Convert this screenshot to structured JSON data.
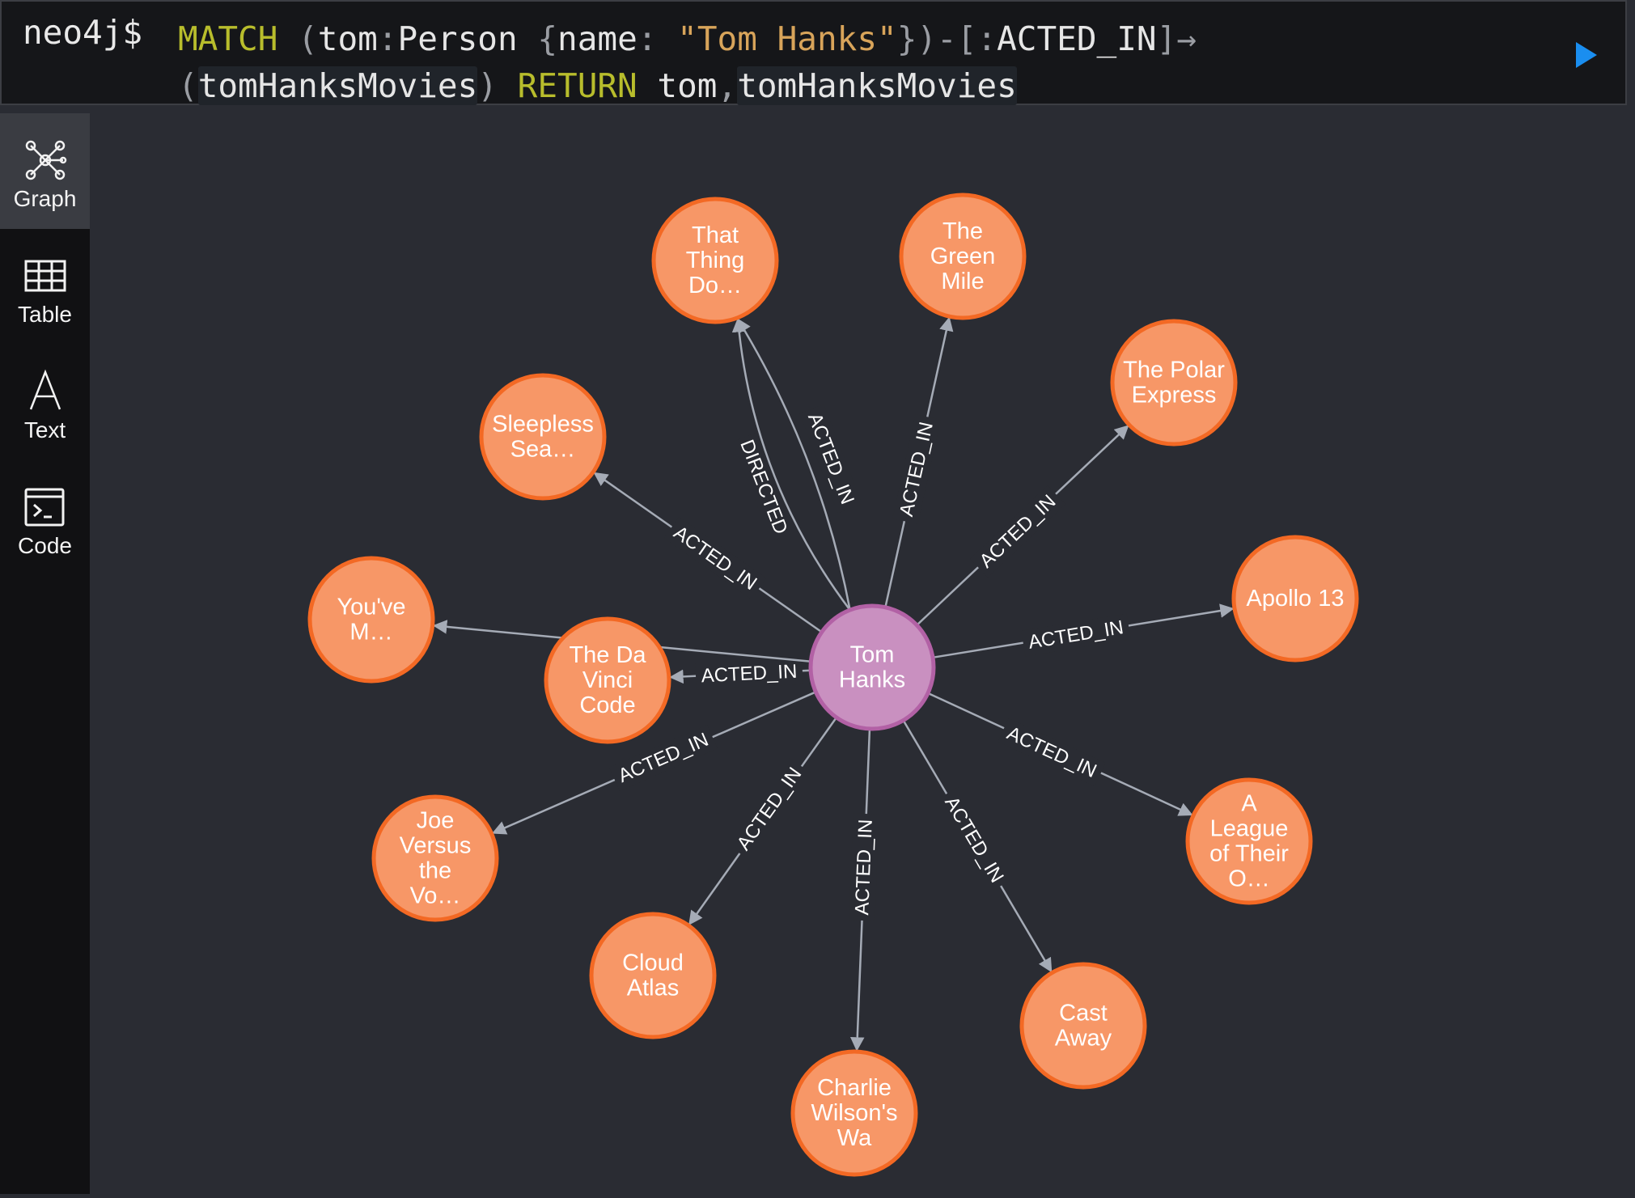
{
  "query": {
    "prompt": "neo4j$",
    "line1": {
      "kw_match": "MATCH",
      "open_paren": " (",
      "tom_var": "tom",
      "colon1": ":",
      "label": "Person",
      "brace_open": " {",
      "prop": "name",
      "colon2": ": ",
      "value": "\"Tom Hanks\"",
      "brace_close": "}",
      "rel_open": ")-[",
      "rel_colon": ":",
      "rel_type": "ACTED_IN",
      "rel_close": "]→"
    },
    "line2": {
      "paren_open": "(",
      "var": "tomHanksMovies",
      "paren_close": ") ",
      "kw_return": "RETURN",
      "ret1": " tom",
      "comma": ",",
      "ret2": "tomHanksMovies"
    },
    "run_icon": "play-icon"
  },
  "sidebar": {
    "items": [
      {
        "label": "Graph",
        "icon": "graph-icon",
        "active": true
      },
      {
        "label": "Table",
        "icon": "table-icon",
        "active": false
      },
      {
        "label": "Text",
        "icon": "text-icon",
        "active": false
      },
      {
        "label": "Code",
        "icon": "code-icon",
        "active": false
      }
    ]
  },
  "graph": {
    "colors": {
      "person_fill": "#c990c0",
      "person_stroke": "#b261a5",
      "movie_fill": "#f79767",
      "movie_stroke": "#f36924",
      "edge": "#a5abb6",
      "edge_label": "#ffffff",
      "node_text": "#ffffff"
    },
    "center": {
      "id": "tom",
      "lines": [
        "Tom",
        "Hanks"
      ]
    },
    "nodes": [
      {
        "id": "that_thing",
        "lines": [
          "That",
          "Thing",
          "Do…"
        ]
      },
      {
        "id": "green_mile",
        "lines": [
          "The",
          "Green",
          "Mile"
        ]
      },
      {
        "id": "polar_express",
        "lines": [
          "The Polar",
          "Express"
        ]
      },
      {
        "id": "apollo13",
        "lines": [
          "Apollo 13"
        ]
      },
      {
        "id": "league",
        "lines": [
          "A",
          "League",
          "of Their",
          "O…"
        ]
      },
      {
        "id": "cast_away",
        "lines": [
          "Cast",
          "Away"
        ]
      },
      {
        "id": "charlie_wilson",
        "lines": [
          "Charlie",
          "Wilson's",
          "Wa"
        ]
      },
      {
        "id": "cloud_atlas",
        "lines": [
          "Cloud",
          "Atlas"
        ]
      },
      {
        "id": "joe_versus",
        "lines": [
          "Joe",
          "Versus",
          "the",
          "Vo…"
        ]
      },
      {
        "id": "da_vinci",
        "lines": [
          "The Da",
          "Vinci",
          "Code"
        ]
      },
      {
        "id": "youve_mail",
        "lines": [
          "You've",
          "M…"
        ]
      },
      {
        "id": "sleepless",
        "lines": [
          "Sleepless",
          "Sea…"
        ]
      }
    ],
    "edges": [
      {
        "target": "that_thing",
        "label": "DIRECTED"
      },
      {
        "target": "that_thing",
        "label": "ACTED_IN"
      },
      {
        "target": "green_mile",
        "label": "ACTED_IN"
      },
      {
        "target": "polar_express",
        "label": "ACTED_IN"
      },
      {
        "target": "apollo13",
        "label": "ACTED_IN"
      },
      {
        "target": "league",
        "label": "ACTED_IN"
      },
      {
        "target": "cast_away",
        "label": "ACTED_IN"
      },
      {
        "target": "charlie_wilson",
        "label": "ACTED_IN"
      },
      {
        "target": "cloud_atlas",
        "label": "ACTED_IN"
      },
      {
        "target": "joe_versus",
        "label": "ACTED_IN"
      },
      {
        "target": "da_vinci",
        "label": "ACTED_IN"
      },
      {
        "target": "youve_mail",
        "label": "ACTED_IN"
      },
      {
        "target": "sleepless",
        "label": "ACTED_IN"
      }
    ]
  }
}
